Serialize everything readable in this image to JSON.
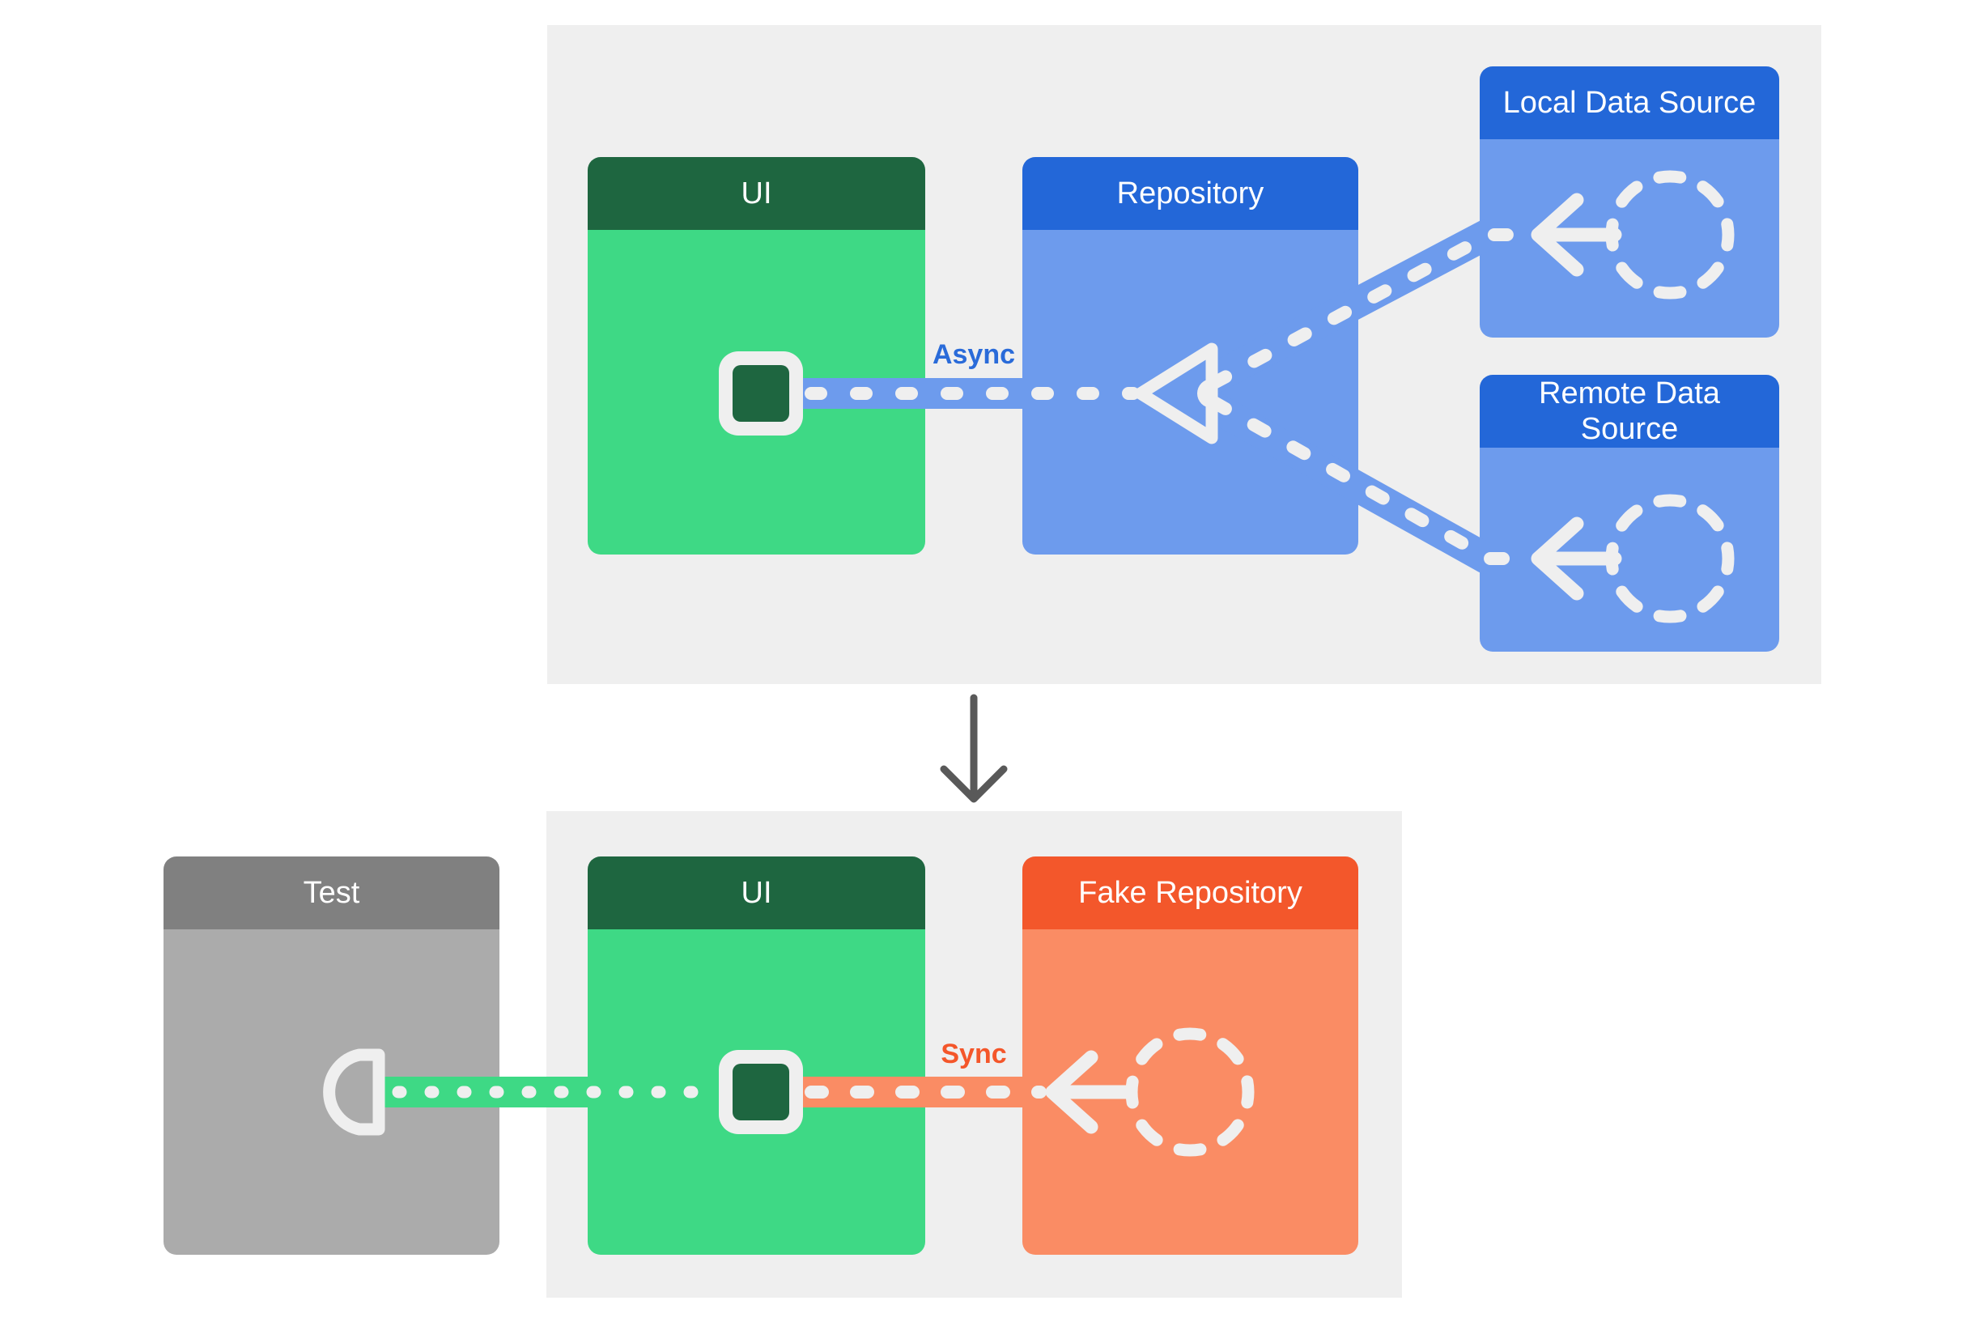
{
  "palette": {
    "background": "#ffffff",
    "panel_bg": "#efefef",
    "green_dark": "#1e6640",
    "green_light": "#3ed985",
    "blue_dark": "#2367d8",
    "blue_light": "#6d9bed",
    "orange_dark": "#f3572b",
    "orange_light": "#fa8c64",
    "gray_dark": "#808080",
    "gray_light": "#ababab",
    "connector_white": "#efefef",
    "flow_arrow_gray": "#595959"
  },
  "production": {
    "ui": "UI",
    "repository": "Repository",
    "local_data_source": "Local Data Source",
    "remote_data_source": "Remote Data Source",
    "connection_type": "Async"
  },
  "test": {
    "test": "Test",
    "ui": "UI",
    "fake_repository": "Fake Repository",
    "connection_type": "Sync"
  }
}
